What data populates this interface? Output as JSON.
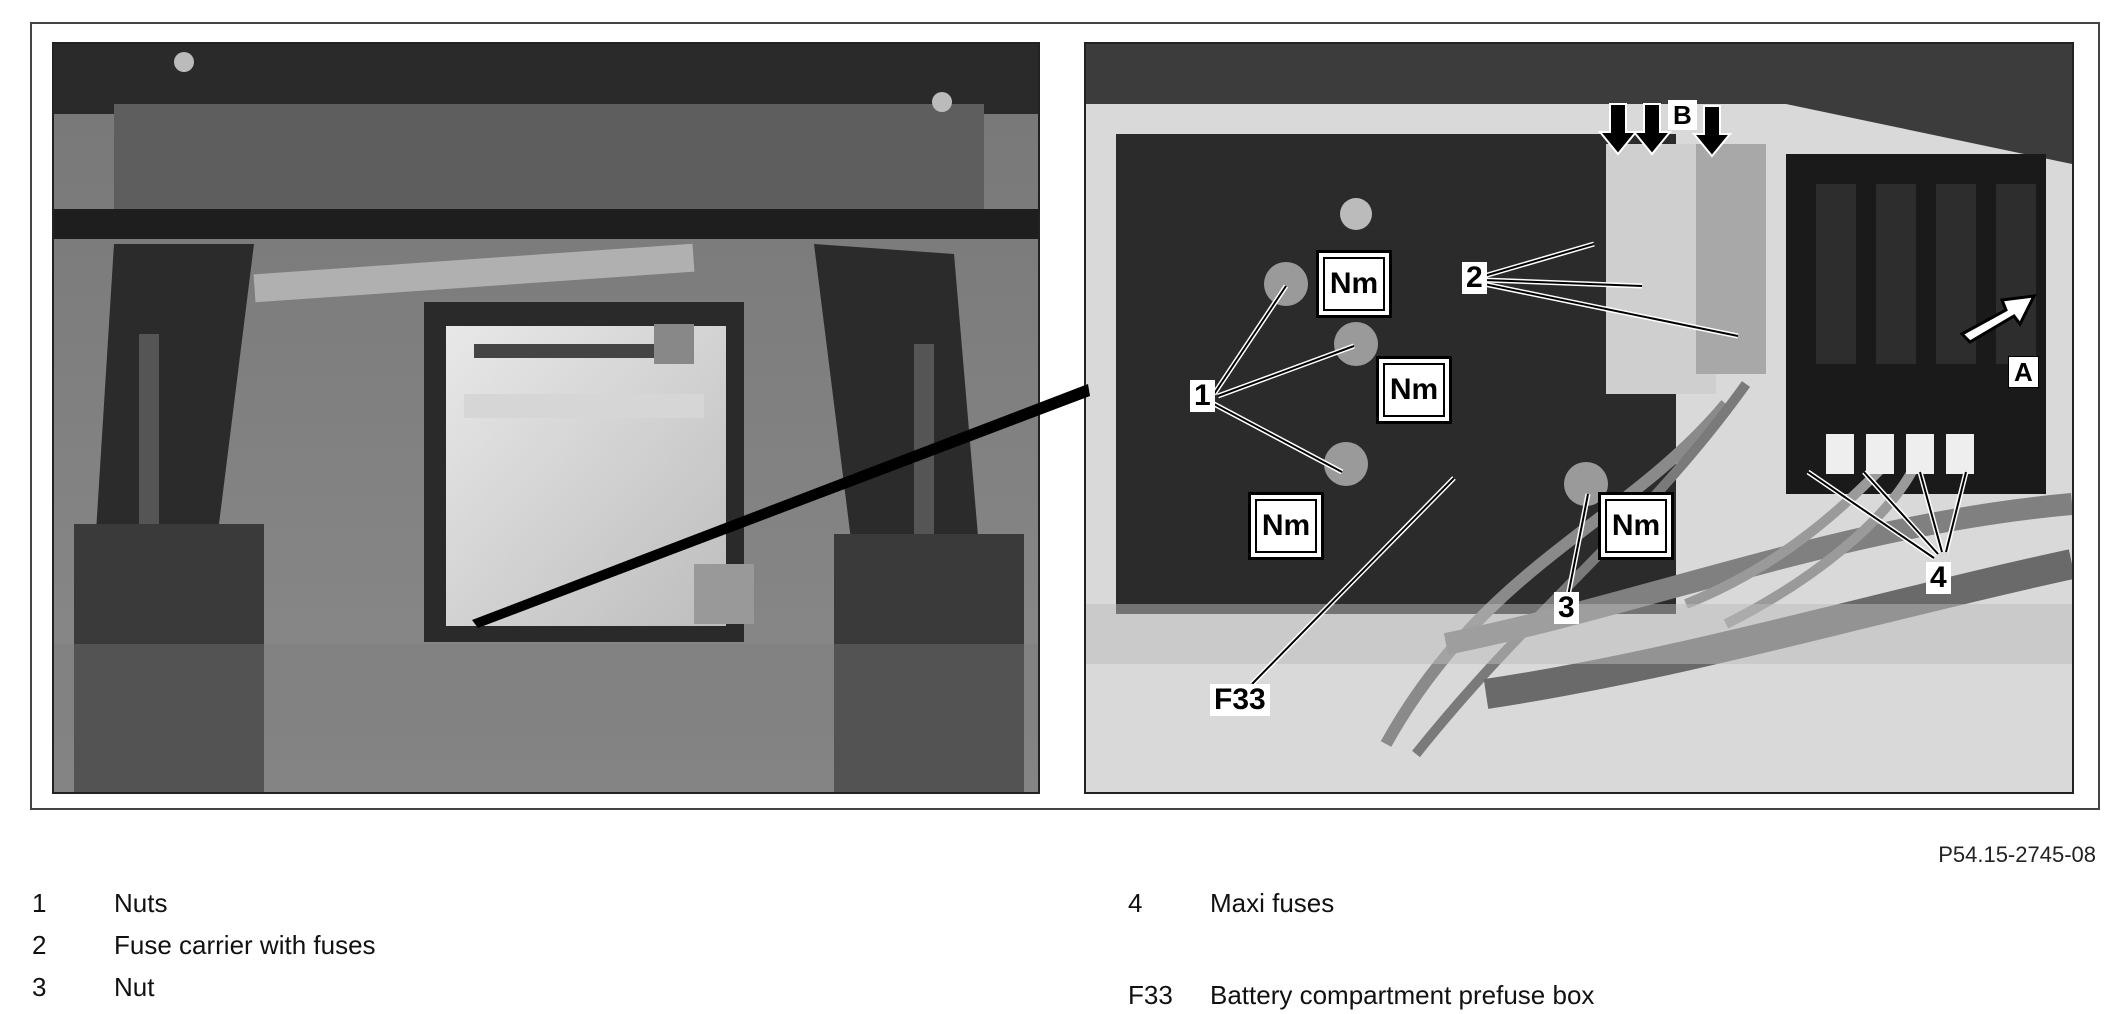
{
  "figure_id": "P54.15-2745-08",
  "callouts": {
    "torque_label": "Nm",
    "nuts": "1",
    "fuse_carrier": "2",
    "nut": "3",
    "maxi_fuses": "4",
    "prefuse_box": "F33",
    "arrow_a": "A",
    "arrow_b": "B"
  },
  "legend": [
    {
      "key": "1",
      "description": "Nuts"
    },
    {
      "key": "2",
      "description": "Fuse carrier with fuses"
    },
    {
      "key": "3",
      "description": "Nut"
    },
    {
      "key": "4",
      "description": "Maxi fuses"
    },
    {
      "key": "F33",
      "description": "Battery compartment prefuse box"
    }
  ]
}
